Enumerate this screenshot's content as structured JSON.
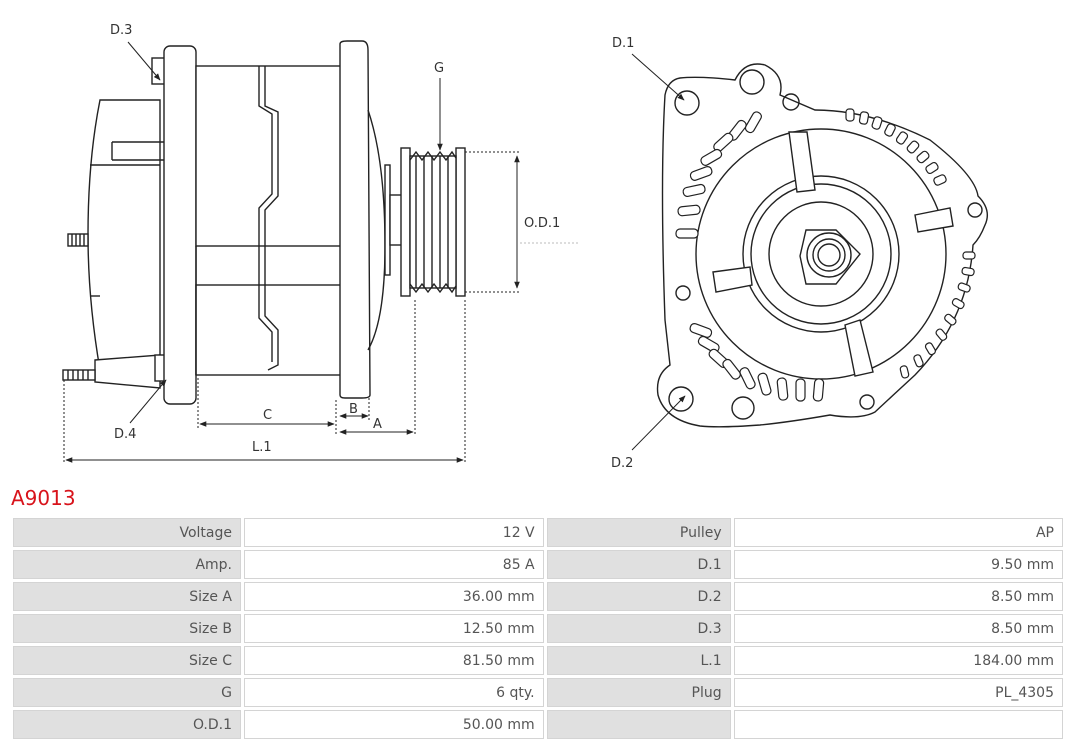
{
  "part_number": "A9013",
  "diagram_labels": {
    "d3": "D.3",
    "g": "G",
    "od1": "O.D.1",
    "d4": "D.4",
    "c": "C",
    "b": "B",
    "a": "A",
    "l1": "L.1",
    "d1": "D.1",
    "d2": "D.2"
  },
  "specs": [
    {
      "key": "Voltage",
      "value": "12 V",
      "key2": "Pulley",
      "value2": "AP"
    },
    {
      "key": "Amp.",
      "value": "85 A",
      "key2": "D.1",
      "value2": "9.50 mm"
    },
    {
      "key": "Size A",
      "value": "36.00 mm",
      "key2": "D.2",
      "value2": "8.50 mm"
    },
    {
      "key": "Size B",
      "value": "12.50 mm",
      "key2": "D.3",
      "value2": "8.50 mm"
    },
    {
      "key": "Size C",
      "value": "81.50 mm",
      "key2": "L.1",
      "value2": "184.00 mm"
    },
    {
      "key": "G",
      "value": "6 qty.",
      "key2": "Plug",
      "value2": "PL_4305"
    },
    {
      "key": "O.D.1",
      "value": "50.00 mm",
      "key2": "",
      "value2": ""
    }
  ]
}
